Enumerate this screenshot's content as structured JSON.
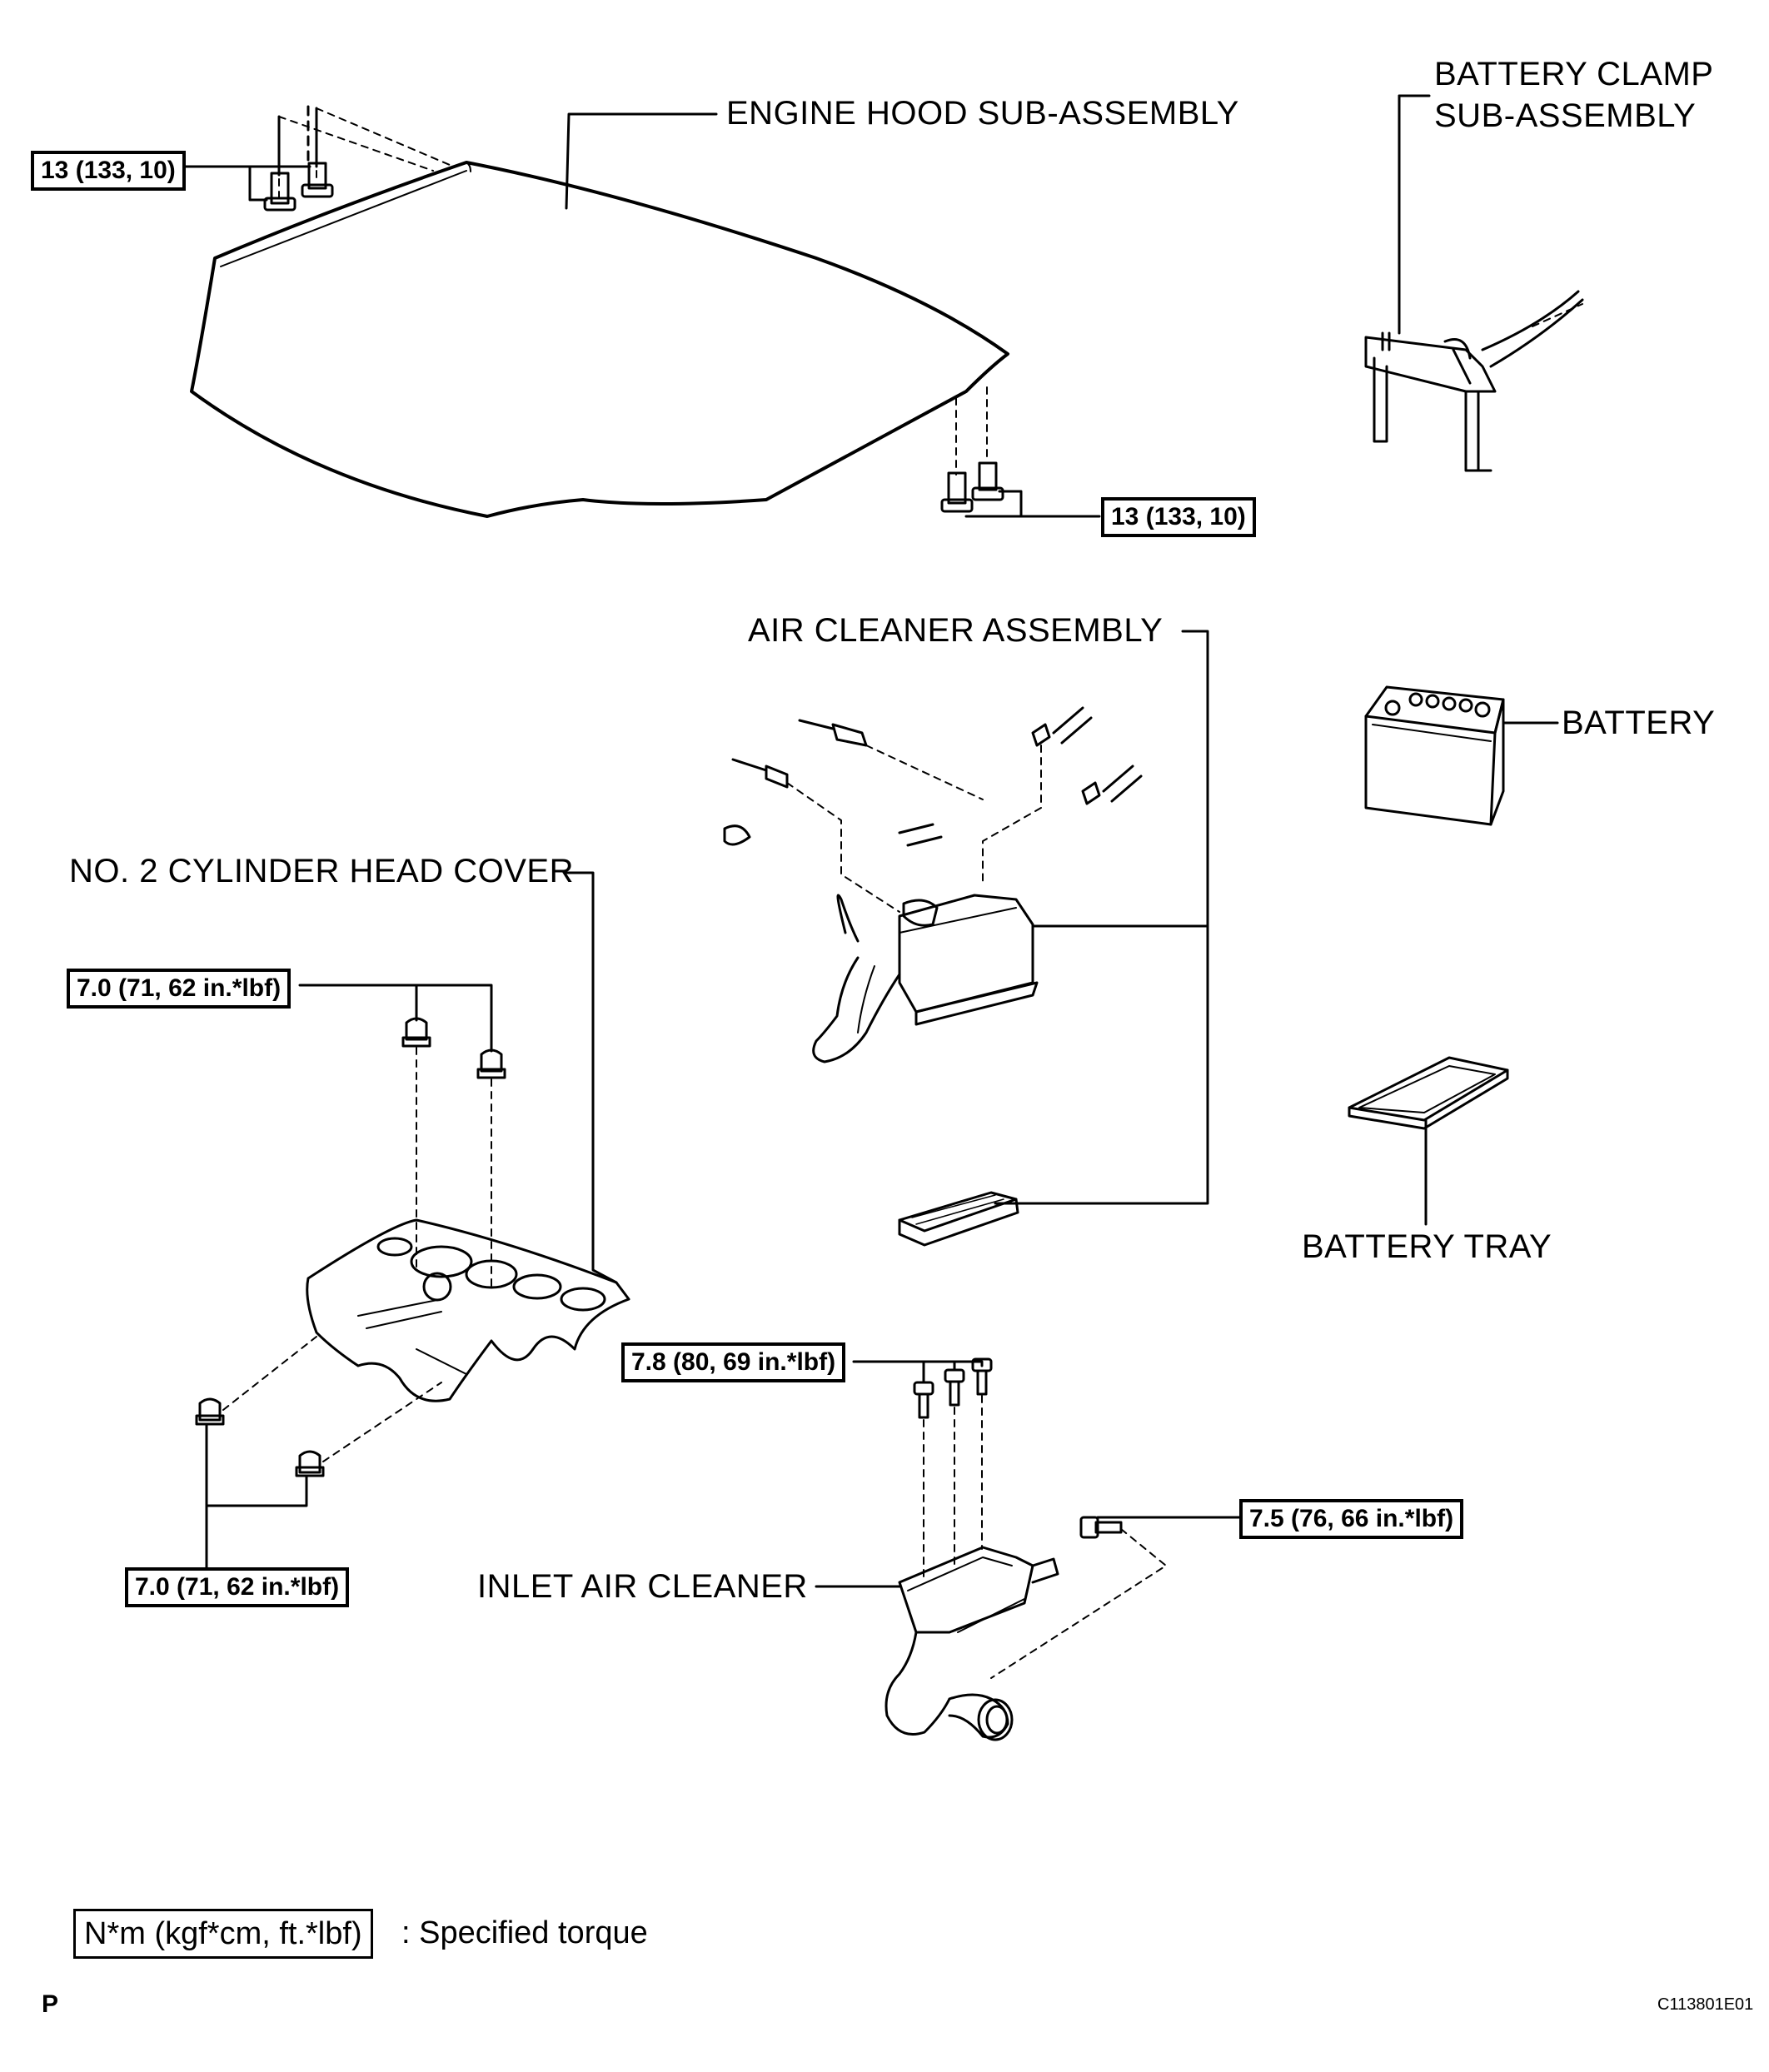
{
  "labels": {
    "engine_hood": "ENGINE HOOD SUB-ASSEMBLY",
    "battery_clamp_line1": "BATTERY CLAMP",
    "battery_clamp_line2": "SUB-ASSEMBLY",
    "air_cleaner": "AIR CLEANER ASSEMBLY",
    "battery": "BATTERY",
    "cyl_head_cover": "NO. 2 CYLINDER HEAD COVER",
    "battery_tray": "BATTERY TRAY",
    "inlet_air_cleaner": "INLET AIR CLEANER"
  },
  "torque": {
    "hood_upper": "13 (133, 10)",
    "hood_lower": "13 (133, 10)",
    "cover_upper": "7.0 (71, 62 in.*lbf)",
    "cover_lower": "7.0 (71, 62 in.*lbf)",
    "inlet_upper": "7.8 (80, 69 in.*lbf)",
    "inlet_side": "7.5 (76, 66 in.*lbf)"
  },
  "legend": {
    "box_text": "N*m (kgf*cm, ft.*lbf)",
    "description": ": Specified torque"
  },
  "footer": {
    "p_mark": "P",
    "figure_code": "C113801E01"
  }
}
